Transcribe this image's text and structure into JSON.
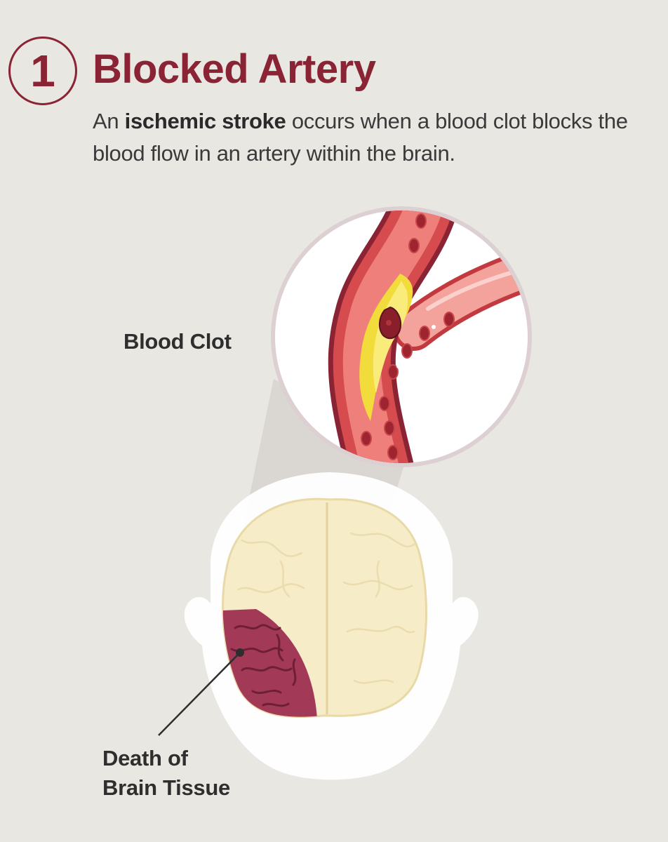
{
  "header": {
    "step_number": "1",
    "title": "Blocked Artery"
  },
  "description": {
    "before": "An ",
    "emphasis": "ischemic stroke",
    "after": " occurs when a blood clot blocks the blood flow in an artery within the brain."
  },
  "labels": {
    "blood_clot": "Blood Clot",
    "death_line1": "Death of",
    "death_line2": "Brain Tissue"
  },
  "colors": {
    "accent": "#8a2434",
    "background": "#e9e7e2",
    "artery": "#c23a3f",
    "plaque": "#f2dc3c",
    "brain": "#f7ecc8",
    "dead_tissue": "#a23a57"
  }
}
